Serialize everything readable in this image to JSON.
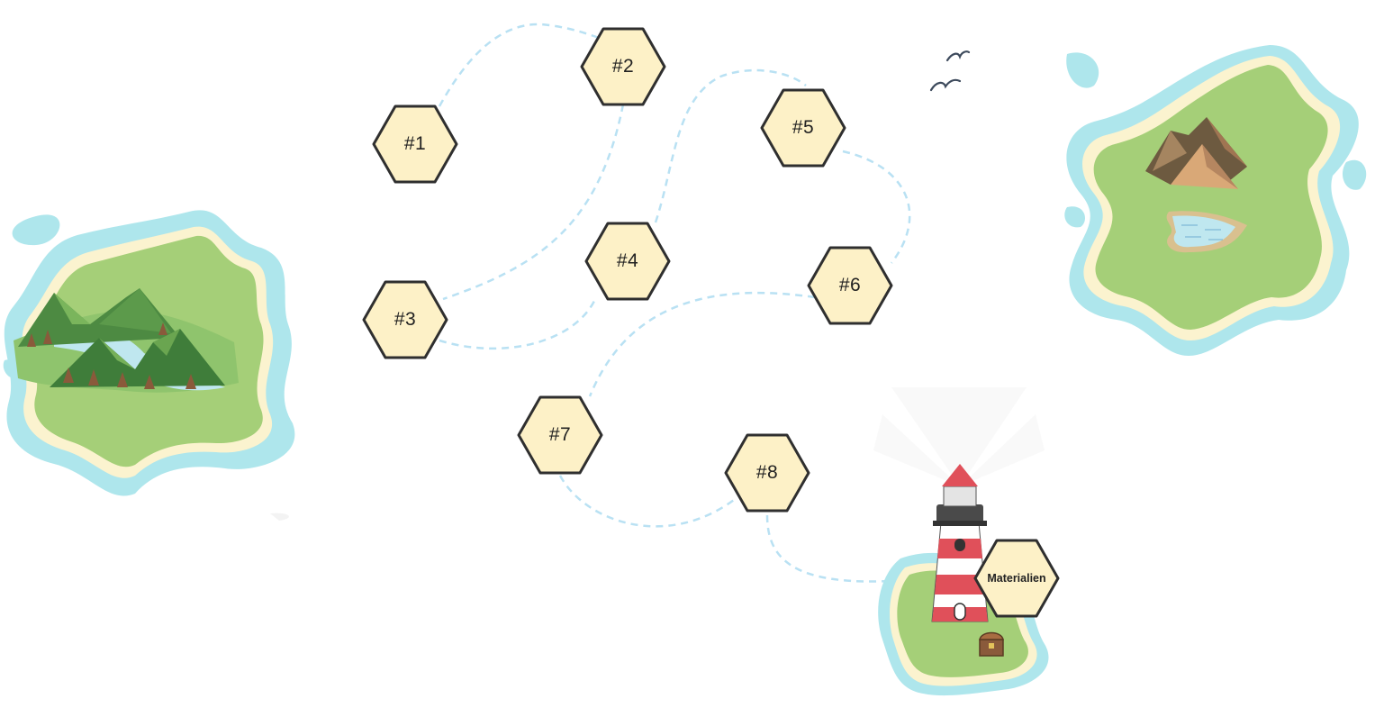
{
  "map": {
    "stations": [
      {
        "id": "1",
        "label": "#1"
      },
      {
        "id": "2",
        "label": "#2"
      },
      {
        "id": "3",
        "label": "#3"
      },
      {
        "id": "4",
        "label": "#4"
      },
      {
        "id": "5",
        "label": "#5"
      },
      {
        "id": "6",
        "label": "#6"
      },
      {
        "id": "7",
        "label": "#7"
      },
      {
        "id": "8",
        "label": "#8"
      }
    ],
    "materials": {
      "label": "Materialien"
    }
  },
  "colors": {
    "hex_fill": "#fdf1c7",
    "hex_stroke": "#2f2f2f",
    "path": "#b9e1f3",
    "island_green": "#a5cf78",
    "sand": "#fbf3cf",
    "shallow_water": "#aee6ec",
    "lighthouse_red": "#e0505a"
  }
}
